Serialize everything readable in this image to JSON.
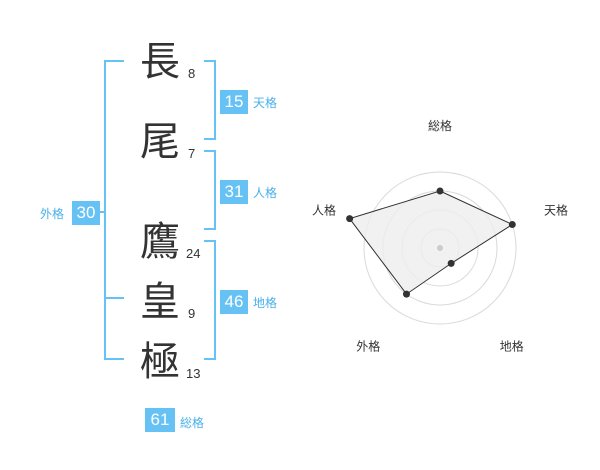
{
  "name": {
    "characters": [
      {
        "char": "長",
        "strokes": "8"
      },
      {
        "char": "尾",
        "strokes": "7"
      },
      {
        "char": "鷹",
        "strokes": "24"
      },
      {
        "char": "皇",
        "strokes": "9"
      },
      {
        "char": "極",
        "strokes": "13"
      }
    ]
  },
  "fortune": {
    "tenkaku": {
      "value": "15",
      "label": "天格"
    },
    "jinkaku": {
      "value": "31",
      "label": "人格"
    },
    "chikaku": {
      "value": "46",
      "label": "地格"
    },
    "gaikaku": {
      "value": "30",
      "label": "外格"
    },
    "soukaku": {
      "value": "61",
      "label": "総格"
    }
  },
  "colors": {
    "accent": "#66c2f5",
    "text": "#333333"
  },
  "chart_data": {
    "type": "radar",
    "axes": [
      "総格",
      "天格",
      "地格",
      "外格",
      "人格"
    ],
    "values": [
      3,
      4,
      1,
      3,
      5
    ],
    "max": 5,
    "rings": 4,
    "fill": "#eeeeee"
  }
}
